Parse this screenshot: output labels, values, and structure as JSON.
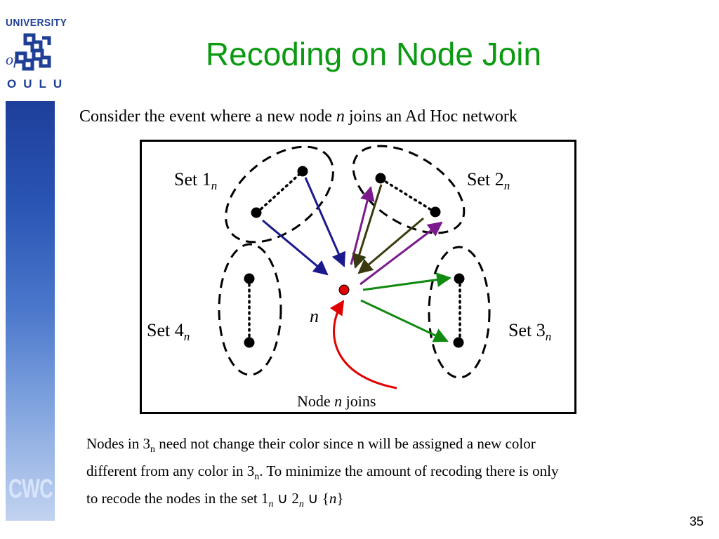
{
  "sidebar": {
    "logo_top": "UNIVERSITY",
    "logo_of": "of",
    "logo_bottom": "OULU",
    "bottom_logo": "CWC"
  },
  "slide": {
    "title": "Recoding on Node Join",
    "subtitle_pre": "Consider the event where a new node ",
    "subtitle_var": "n",
    "subtitle_post": " joins an Ad Hoc network",
    "page_number": "35"
  },
  "diagram": {
    "set1_label": "Set 1",
    "set2_label": "Set 2",
    "set3_label": "Set 3",
    "set4_label": "Set 4",
    "subscript": "n",
    "node_label": "n",
    "join_caption_pre": "Node ",
    "join_caption_var": "n",
    "join_caption_post": " joins",
    "colors": {
      "node": "#000000",
      "new_node": "#e00000",
      "set1_arrows": "#1a1a8c",
      "set2_arrows_out": "#7a1a8c",
      "set2_arrows_in": "#3a3a10",
      "set3_arrows": "#108a10",
      "join_arrow": "#e00000"
    }
  },
  "paragraph": {
    "p1_a": "Nodes in 3",
    "p1_sub": "n",
    "p1_b": " need not change their color since n will be assigned a new color",
    "p2_a": "different from any color in 3",
    "p2_sub": "n",
    "p2_b": ". To minimize the amount of recoding there is only",
    "p3_a": "to recode the nodes in the set 1",
    "p3_sub1": "n",
    "p3_union1": " ∪ 2",
    "p3_sub2": "n",
    "p3_union2": " ∪ {",
    "p3_var": "n",
    "p3_end": "}"
  }
}
